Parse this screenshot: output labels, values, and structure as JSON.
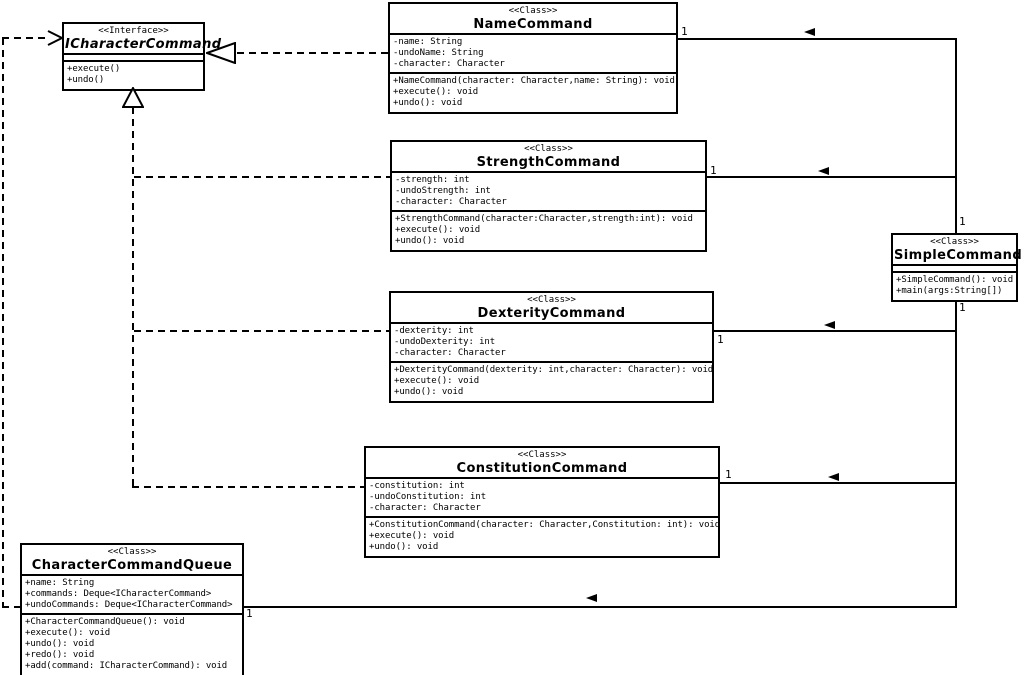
{
  "diagram": {
    "colors": {
      "line": "#000000",
      "background": "#ffffff"
    },
    "classes": [
      {
        "key": "ICharacterCommand",
        "stereotype": "<<Interface>>",
        "name": "ICharacterCommand",
        "attributes": [],
        "methods": [
          "+execute()",
          "+undo()"
        ]
      },
      {
        "key": "NameCommand",
        "stereotype": "<<Class>>",
        "name": "NameCommand",
        "attributes": [
          "-name: String",
          "-undoName: String",
          "-character: Character"
        ],
        "methods": [
          "+NameCommand(character: Character,name: String): void",
          "+execute(): void",
          "+undo(): void"
        ]
      },
      {
        "key": "StrengthCommand",
        "stereotype": "<<Class>>",
        "name": "StrengthCommand",
        "attributes": [
          "-strength: int",
          "-undoStrength: int",
          "-character: Character"
        ],
        "methods": [
          "+StrengthCommand(character:Character,strength:int): void",
          "+execute(): void",
          "+undo(): void"
        ]
      },
      {
        "key": "SimpleCommand",
        "stereotype": "<<Class>>",
        "name": "SimpleCommand",
        "attributes": [],
        "methods": [
          "+SimpleCommand(): void",
          "+main(args:String[])"
        ]
      },
      {
        "key": "DexterityCommand",
        "stereotype": "<<Class>>",
        "name": "DexterityCommand",
        "attributes": [
          "-dexterity: int",
          "-undoDexterity: int",
          "-character: Character"
        ],
        "methods": [
          "+DexterityCommand(dexterity: int,character: Character): void",
          "+execute(): void",
          "+undo(): void"
        ]
      },
      {
        "key": "ConstitutionCommand",
        "stereotype": "<<Class>>",
        "name": "ConstitutionCommand",
        "attributes": [
          "-constitution: int",
          "-undoConstitution: int",
          "-character: Character"
        ],
        "methods": [
          "+ConstitutionCommand(character: Character,Constitution: int): void",
          "+execute(): void",
          "+undo(): void"
        ]
      },
      {
        "key": "CharacterCommandQueue",
        "stereotype": "<<Class>>",
        "name": "CharacterCommandQueue",
        "attributes": [
          "+name: String",
          "+commands: Deque<ICharacterCommand>",
          "+undoCommands: Deque<ICharacterCommand>"
        ],
        "methods": [
          "+CharacterCommandQueue(): void",
          "+execute(): void",
          "+undo(): void",
          "+redo(): void",
          "+add(command: ICharacterCommand): void"
        ]
      }
    ],
    "multiplicities": [
      {
        "text": "1"
      },
      {
        "text": "1"
      },
      {
        "text": "1"
      },
      {
        "text": "1"
      },
      {
        "text": "1"
      },
      {
        "text": "1"
      },
      {
        "text": "1"
      }
    ]
  }
}
